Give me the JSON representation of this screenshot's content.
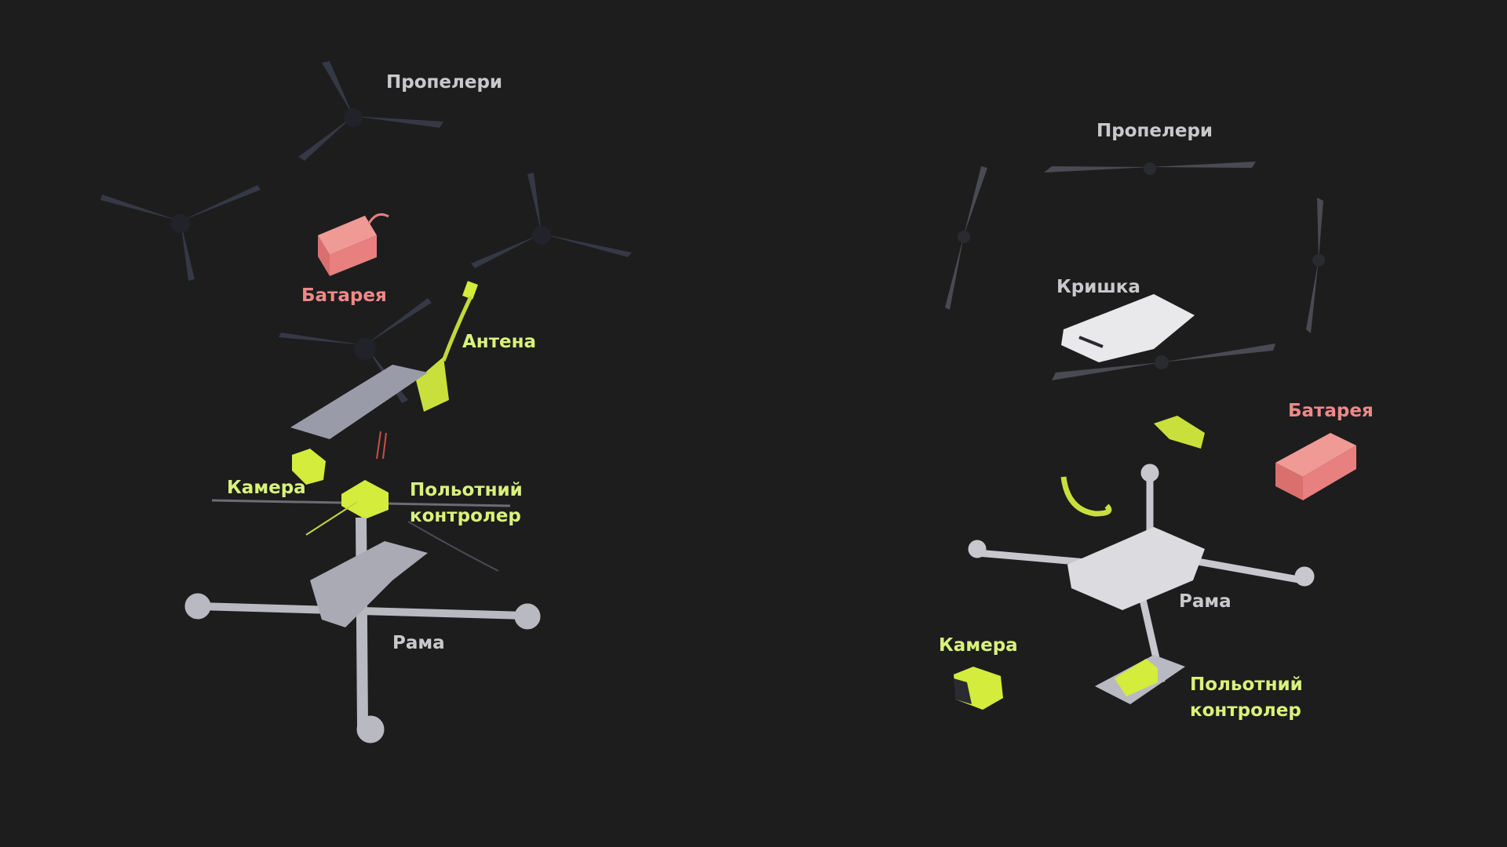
{
  "colors": {
    "background": "#1d1d1e",
    "label_gray": "#c9c9cc",
    "label_pink": "#f08888",
    "label_lime": "#d9f27a",
    "frame": "#b9b9c2",
    "electronics": "#d4ec3c",
    "battery": "#e7807f",
    "propeller_dark": "#3c3f4c"
  },
  "left_drone": {
    "propellers": "Пропелери",
    "battery": "Батарея",
    "antenna": "Антена",
    "camera": "Камера",
    "flight_controller_line1": "Польотний",
    "flight_controller_line2": "контролер",
    "frame": "Рама"
  },
  "right_drone": {
    "propellers": "Пропелери",
    "cover": "Кришка",
    "battery": "Батарея",
    "frame": "Рама",
    "camera": "Камера",
    "flight_controller_line1": "Польотний",
    "flight_controller_line2": "контролер"
  }
}
